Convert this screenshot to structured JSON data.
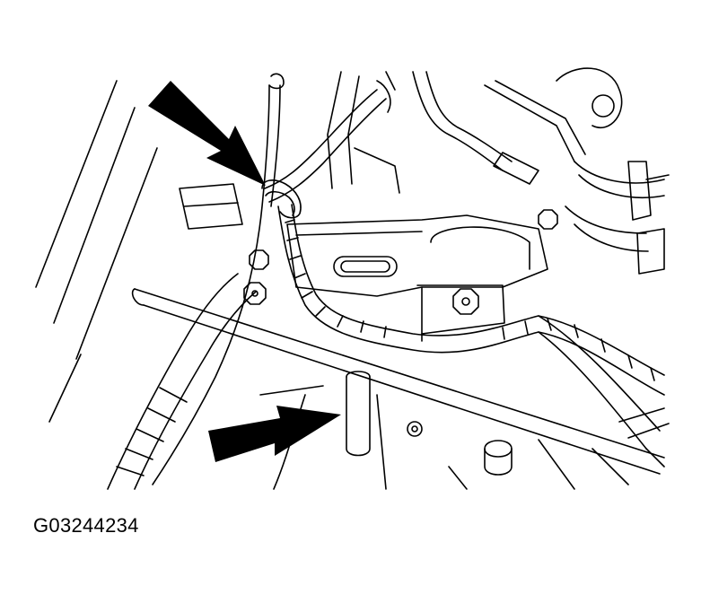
{
  "figure": {
    "caption": "G03244234",
    "illustration": "engine-bay-line-drawing",
    "callouts": [
      "arrow-upper-left",
      "arrow-lower-left"
    ],
    "colors": {
      "ink": "#000000",
      "paper": "#ffffff"
    }
  }
}
